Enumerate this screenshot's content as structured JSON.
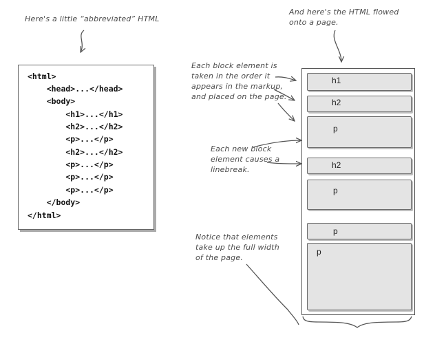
{
  "annotations": {
    "abbrev": [
      "Here's a little “abbreviated” HTML"
    ],
    "flowed": [
      "And here's the HTML flowed",
      "onto a page."
    ],
    "block_order": [
      "Each block element is",
      "taken in the order it",
      "appears in the markup,",
      "and placed on the page."
    ],
    "linebreak": [
      "Each new block",
      "element causes a",
      "linebreak."
    ],
    "full_width": [
      "Notice that elements",
      "take up the full width",
      "of the page."
    ]
  },
  "code_lines": [
    "<html>",
    "    <head>...</head>",
    "    <body>",
    "        <h1>...</h1>",
    "        <h2>...</h2>",
    "        <p>...</p>",
    "        <h2>...</h2>",
    "        <p>...</p>",
    "        <p>...</p>",
    "        <p>...</p>",
    "    </body>",
    "</html>"
  ],
  "blocks": [
    "h1",
    "h2",
    "p",
    "h2",
    "p",
    "p",
    "p"
  ]
}
